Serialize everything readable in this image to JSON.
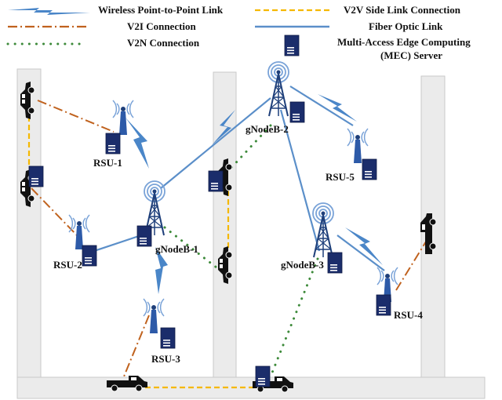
{
  "legend": {
    "wireless": "Wireless Point-to-Point Link",
    "v2i": "V2I Connection",
    "v2n": "V2N Connection",
    "v2v": "V2V Side Link Connection",
    "fiber": "Fiber Optic Link",
    "mec_line1": "Multi-Access Edge Computing",
    "mec_line2": "(MEC) Server"
  },
  "nodes": {
    "gnb1": "gNodeB-1",
    "gnb2": "gNodeB-2",
    "gnb3": "gNodeB-3",
    "rsu1": "RSU-1",
    "rsu2": "RSU-2",
    "rsu3": "RSU-3",
    "rsu4": "RSU-4",
    "rsu5": "RSU-5"
  },
  "colors": {
    "road": "#ebebeb",
    "road_edge": "#c9c9c9",
    "fiber": "#5b8fc9",
    "wireless": "#4a86c8",
    "v2i": "#c0621e",
    "v2n": "#3d8a3a",
    "v2v": "#f5b800",
    "server": "#1b2d6b",
    "tower": "#1e3f7a",
    "antenna_wave": "#7aa3d8",
    "vehicle": "#111111"
  }
}
